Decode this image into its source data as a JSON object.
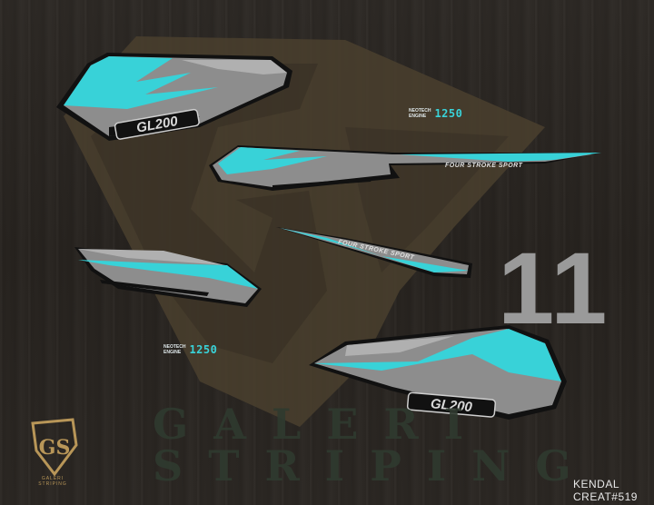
{
  "stickers": {
    "model_badge": "GL200",
    "engine_small": [
      "NEOTECH",
      "ENGINE"
    ],
    "engine_number": "1250",
    "stripe_text": "FOUR STROKE SPORT"
  },
  "big_number": "11",
  "watermark": [
    "GALERI",
    "STRIPING"
  ],
  "logo_letters": "GS",
  "logo_sub": "GALERI STRIPING",
  "footer": [
    "KENDAL",
    "CREAT#519"
  ],
  "colors": {
    "cyan": "#38d2d8",
    "grey": "#8c8c8c",
    "light_grey": "#b0b0b0",
    "black": "#111111",
    "emblem_brown": "#4a3f2e",
    "gold": "#b89658"
  }
}
